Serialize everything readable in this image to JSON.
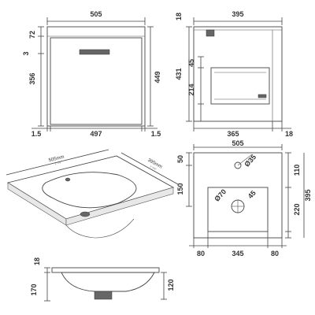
{
  "front_view": {
    "width_top": "505",
    "height_top_band": "72",
    "gap": "3",
    "drawer_height": "356",
    "total_height": "449",
    "left_margin": "1.5",
    "inner_width": "497",
    "right_margin": "1.5"
  },
  "side_view": {
    "depth": "395",
    "top_thickness": "18",
    "height": "431",
    "upper_gap": "45",
    "drawer_height": "214",
    "inner_depth": "365",
    "back_offset": "18"
  },
  "basin_iso": {
    "width_label": "505mm",
    "width_note": "1\" 7/8\"",
    "depth_label": "395mm",
    "depth_note": "1\" 5/8\""
  },
  "basin_plan": {
    "width": "505",
    "top_offset": "50",
    "tap_hole": "Ø35",
    "waste_dia": "Ø70",
    "waste_offset": "45",
    "side_height": "150",
    "right_top": "110",
    "right_inner": "220",
    "total_depth": "395",
    "left_margin": "80",
    "bowl_width": "345",
    "right_margin": "80"
  },
  "basin_section": {
    "rim": "18",
    "depth": "170",
    "right_depth": "120"
  }
}
